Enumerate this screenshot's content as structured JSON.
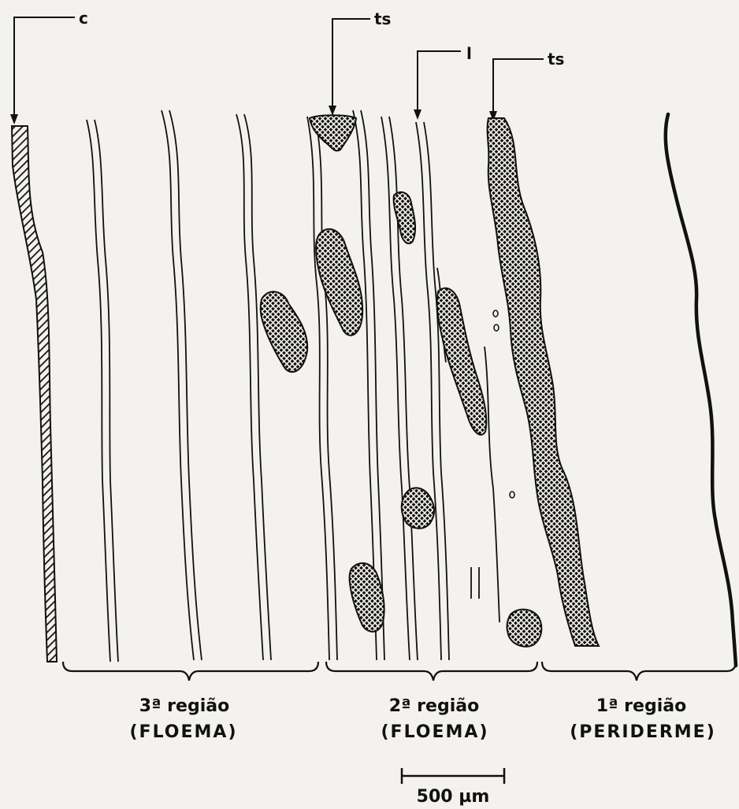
{
  "callouts": {
    "c": "c",
    "ts_left": "ts",
    "l": "l",
    "ts_right": "ts"
  },
  "regions": [
    {
      "title": "3ª região",
      "subtitle": "(FLOEMA)"
    },
    {
      "title": "2ª região",
      "subtitle": "(FLOEMA)"
    },
    {
      "title": "1ª região",
      "subtitle": "(PERIDERME)"
    }
  ],
  "scale_bar": {
    "label": "500 µm"
  },
  "colors": {
    "ink": "#111111",
    "paper": "#f4f2ee"
  }
}
